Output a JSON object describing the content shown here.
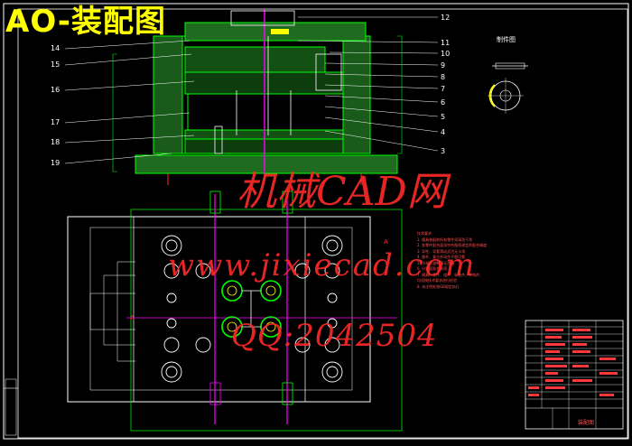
{
  "title": "AO-装配图",
  "watermarks": {
    "brand": "机械CAD网",
    "url": "www.jixiecad.com",
    "qq": "QQ:2042504"
  },
  "callouts_left": [
    "14",
    "15",
    "16",
    "17",
    "18",
    "19"
  ],
  "callouts_right": [
    "12",
    "11",
    "10",
    "9",
    "8",
    "7",
    "6",
    "5",
    "4",
    "3"
  ],
  "part_drawing_title": "制件图",
  "tech_notes": {
    "heading": "技术要求",
    "lines": [
      "1. 模具装配前所有零件须清洗干净",
      "2. 各零件配合面须符合图纸规定的配合精度",
      "3. 导柱、导套滑动灵活无卡滞",
      "4. 推杆、复位杆动作平稳可靠",
      "5. 冷却水道畅通无渗漏",
      "6. 分型面贴合紧密",
      "7. 模具、零件、组件、标准件、外购件、",
      "   均须按技术要求进行检验",
      "8. 未注明处按GB规定执行"
    ]
  },
  "title_block": {
    "label": "装配图"
  },
  "colors": {
    "background": "#000000",
    "outline": "#ffffff",
    "green": "#00ff00",
    "magenta": "#ff00ff",
    "yellow": "#ffff00",
    "red": "#ff2a2a",
    "cyan": "#00ffff"
  }
}
